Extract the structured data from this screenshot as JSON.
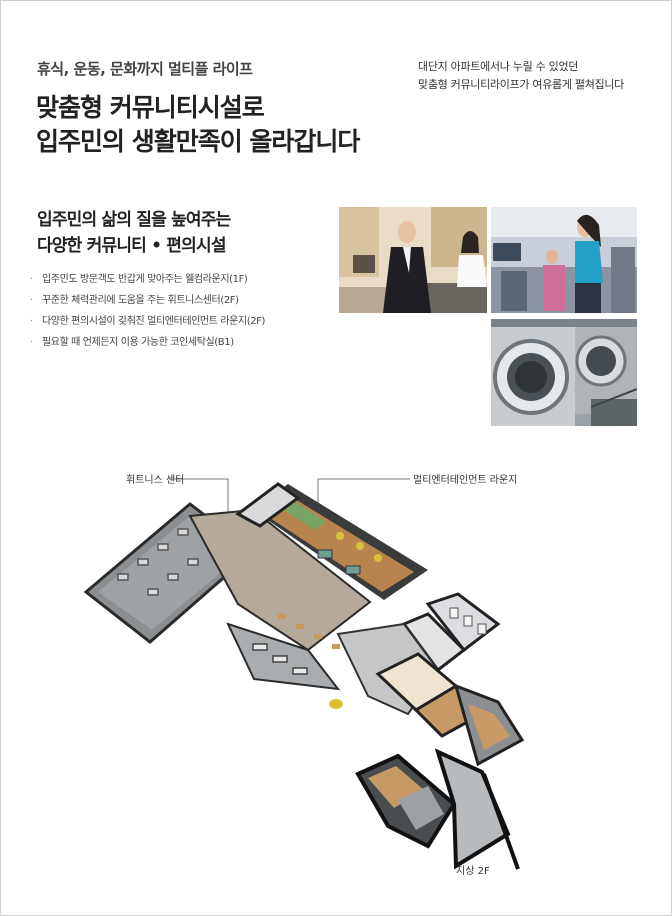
{
  "header": {
    "subtitle": "휴식, 운동, 문화까지 멀티플 라이프",
    "title_line1": "맞춤형 커뮤니티시설로",
    "title_line2": "입주민의 생활만족이 올라갑니다",
    "right_line1": "대단지 아파트에서나 누릴 수 있었던",
    "right_line2": "맞춤형 커뮤니티라이프가 여유롭게 펼쳐집니다"
  },
  "section": {
    "title_line1": "입주민의 삶의 질을 높여주는",
    "title_line2": "다양한 커뮤니티 • 편의시설",
    "bullets": [
      "입주민도 방문객도 반갑게 맞아주는 웰컴라운지(1F)",
      "꾸준한 체력관리에 도움을 주는 휘트니스센터(2F)",
      "다양한 편의시설이 갖춰진 멀티엔터테인먼트 라운지(2F)",
      "필요할 때 언제든지 이용 가능한 코인세탁실(B1)"
    ]
  },
  "plan": {
    "label_fitness": "휘트니스 센터",
    "label_lounge": "멀티엔터테인먼트 라운지",
    "label_floor": "지상 2F"
  }
}
